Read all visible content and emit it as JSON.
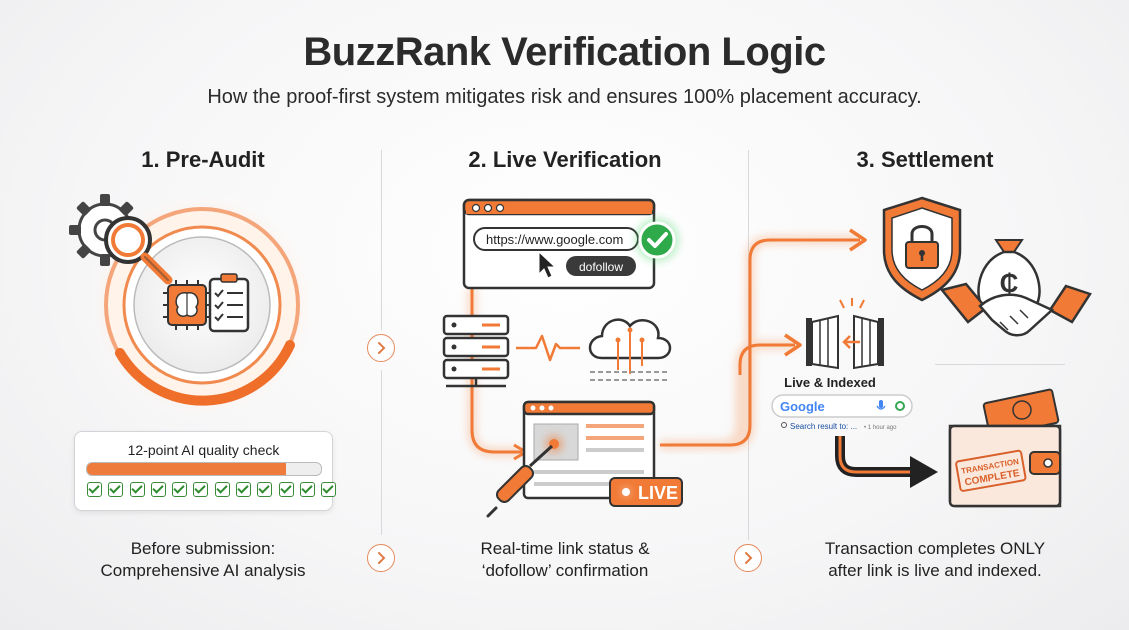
{
  "header": {
    "title": "BuzzRank Verification Logic",
    "subtitle": "How the proof-first system mitigates risk and ensures 100% placement accuracy."
  },
  "colors": {
    "accent": "#f07a36",
    "success": "#2eaa4a",
    "text": "#222222",
    "divider": "#d9d9dc"
  },
  "steps": [
    {
      "heading": "1. Pre-Audit",
      "icons": [
        "gear-icon",
        "magnifier-icon",
        "ai-chip-icon",
        "checklist-icon"
      ],
      "quality_check": {
        "label": "12-point AI quality check",
        "progress": 0.85,
        "checks": 12
      },
      "desc_line1": "Before submission:",
      "desc_line2": "Comprehensive AI analysis"
    },
    {
      "heading": "2. Live Verification",
      "browser": {
        "url": "https://www.google.com",
        "tag": "dofollow"
      },
      "badge": "LIVE",
      "icons": [
        "server-icon",
        "pulse-icon",
        "cloud-icon",
        "webpage-icon",
        "probe-icon"
      ],
      "desc_line1": "Real-time link status &",
      "desc_line2": "‘dofollow’ confirmation"
    },
    {
      "heading": "3. Settlement",
      "gate_label": "Live & Indexed",
      "search": {
        "logo": "Google",
        "result": "Search result to: ...",
        "time": "• 1 hour ago"
      },
      "stamp_line1": "TRANSACTION",
      "stamp_line2": "COMPLETE",
      "icons": [
        "shield-lock-icon",
        "money-bag-icon",
        "handshake-icon",
        "gate-icon",
        "wallet-icon"
      ],
      "desc_line1": "Transaction completes ONLY",
      "desc_line2": "after link is live and indexed."
    }
  ]
}
